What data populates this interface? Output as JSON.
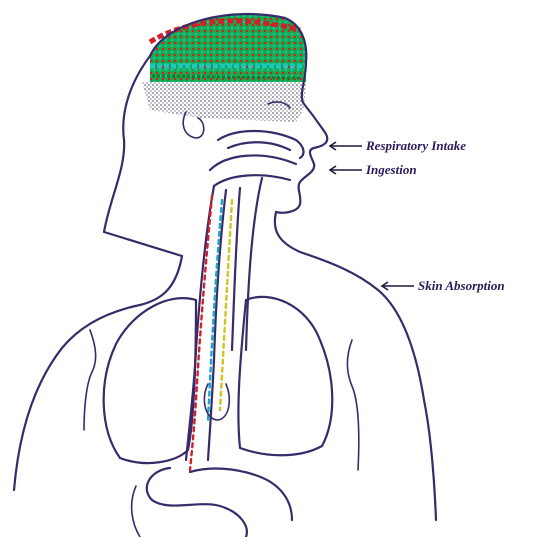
{
  "labels": {
    "respiratory_intake": "Respiratory Intake",
    "ingestion": "Ingestion",
    "skin_absorption": "Skin Absorption"
  },
  "colors": {
    "outline": "#3a2a6a",
    "hair_green": "#1aa84a",
    "hair_red": "#d0202a",
    "hair_cyan": "#18c8c0",
    "hair_grey": "#b8b8c0",
    "label_text": "#2a1a5a"
  },
  "icons": {
    "arrow": "arrow-left-icon"
  }
}
